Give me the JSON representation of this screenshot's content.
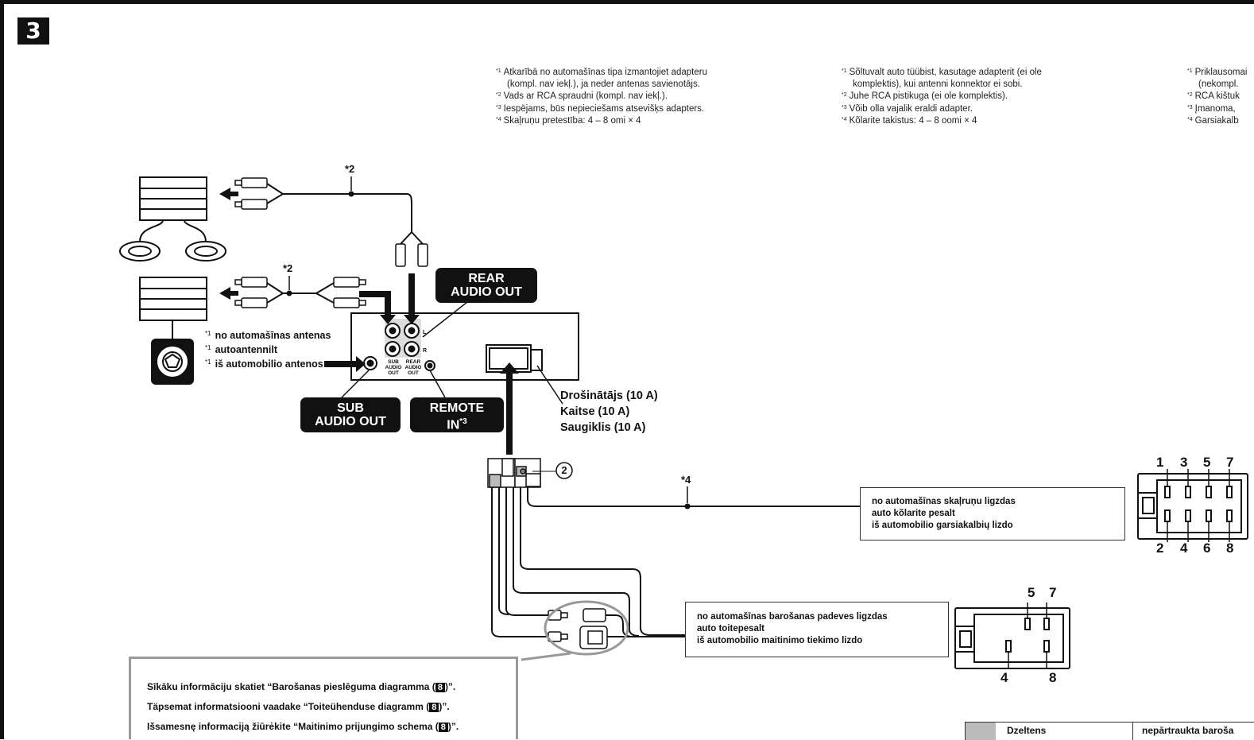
{
  "section_number": "3",
  "notes_lv": [
    {
      "mark": "*1",
      "lines": [
        "Atkarībā no automašīnas tipa izmantojiet adapteru",
        "(kompl. nav iekļ.), ja neder antenas savienotājs."
      ]
    },
    {
      "mark": "*2",
      "lines": [
        "Vads ar RCA spraudni (kompl. nav iekļ.)."
      ]
    },
    {
      "mark": "*3",
      "lines": [
        "Iespējams, būs nepieciešams atsevišķs adapters."
      ]
    },
    {
      "mark": "*4",
      "lines": [
        "Skaļruņu pretestība: 4 – 8 omi × 4"
      ]
    }
  ],
  "notes_et": [
    {
      "mark": "*1",
      "lines": [
        "Sõltuvalt auto tüübist, kasutage  adapterit (ei ole",
        "komplektis), kui antenni konnektor ei sobi."
      ]
    },
    {
      "mark": "*2",
      "lines": [
        "Juhe RCA pistikuga (ei ole komplektis)."
      ]
    },
    {
      "mark": "*3",
      "lines": [
        "Võib olla vajalik eraldi adapter."
      ]
    },
    {
      "mark": "*4",
      "lines": [
        "Kõlarite takistus: 4 – 8 oomi × 4"
      ]
    }
  ],
  "notes_lt": [
    {
      "mark": "*1",
      "lines": [
        "Priklausomai",
        "(nekompl."
      ]
    },
    {
      "mark": "*2",
      "lines": [
        "RCA kištuk"
      ]
    },
    {
      "mark": "*3",
      "lines": [
        "Įmanoma,"
      ]
    },
    {
      "mark": "*4",
      "lines": [
        "Garsiakalb"
      ]
    }
  ],
  "cable_marks": {
    "upper": "*2",
    "lower": "*2",
    "speaker": "*4"
  },
  "antenna_labels": [
    {
      "mark": "*1",
      "text": "no automašīnas antenas"
    },
    {
      "mark": "*1",
      "text": "autoantennilt"
    },
    {
      "mark": "*1",
      "text": "iš automobilio antenos"
    }
  ],
  "unit_labels": {
    "sub": "SUB AUDIO OUT",
    "rear": "REAR AUDIO OUT",
    "l": "L",
    "r": "R"
  },
  "callouts": {
    "rear_line1": "REAR",
    "rear_line2": "AUDIO OUT",
    "sub_line1": "SUB",
    "sub_line2": "AUDIO OUT",
    "remote_line1": "REMOTE",
    "remote_line2": "IN",
    "remote_mark": "*3"
  },
  "fuse": [
    "Drošinātājs (10 A)",
    "Kaitse (10 A)",
    "Saugiklis (10 A)"
  ],
  "harness_number": "2",
  "speaker_box": [
    "no automašīnas skaļruņu ligzdas",
    "auto kõlarite pesalt",
    "iš automobilio garsiakalbių lizdo"
  ],
  "power_box": [
    "no automašīnas barošanas padeves ligzdas",
    "auto toitepesalt",
    "iš automobilio maitinimo tiekimo lizdo"
  ],
  "speaker_pins_top": [
    "1",
    "3",
    "5",
    "7"
  ],
  "speaker_pins_bottom": [
    "2",
    "4",
    "6",
    "8"
  ],
  "power_pins_top": [
    "5",
    "7"
  ],
  "power_pins_bottom": [
    "4",
    "8"
  ],
  "info_box": [
    {
      "before": "Sīkāku informāciju skatiet “Barošanas pieslēguma diagramma (",
      "ref": "8",
      "after": ")”."
    },
    {
      "before": "Täpsemat informatsiooni vaadake “Toiteühenduse  diagramm (",
      "ref": "8",
      "after": ")”."
    },
    {
      "before": "Išsamesnę informaciją žiūrėkite “Maitinimo prijungimo schema (",
      "ref": "8",
      "after": ")”."
    }
  ],
  "table_row": {
    "color": "Dzeltens",
    "function": "nepārtraukta baroša"
  }
}
